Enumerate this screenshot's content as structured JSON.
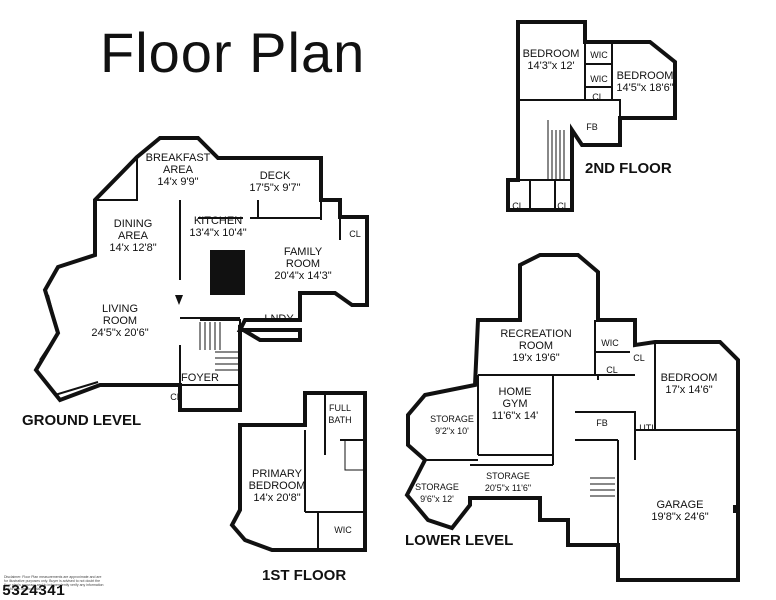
{
  "title": "Floor Plan",
  "levels": {
    "ground": "GROUND LEVEL",
    "first": "1ST FLOOR",
    "second": "2ND FLOOR",
    "lower": "LOWER LEVEL"
  },
  "rooms": {
    "breakfast": {
      "name": "BREAKFAST\nAREA",
      "dim": "14'x 9'9\""
    },
    "deck": {
      "name": "DECK",
      "dim": "17'5\"x 9'7\""
    },
    "kitchen": {
      "name": "KITCHEN",
      "dim": "13'4\"x 10'4\""
    },
    "dining": {
      "name": "DINING\nAREA",
      "dim": "14'x 12'8\""
    },
    "family": {
      "name": "FAMILY\nROOM",
      "dim": "20'4\"x 14'3\""
    },
    "living": {
      "name": "LIVING\nROOM",
      "dim": "24'5\"x 20'6\""
    },
    "lndy": {
      "name": "LNDY"
    },
    "foyer": {
      "name": "FOYER"
    },
    "cl_ground_kitchen": {
      "name": "CL"
    },
    "cl_ground_foyer": {
      "name": "CL"
    },
    "bedroom_2a": {
      "name": "BEDROOM",
      "dim": "14'3\"x 12'"
    },
    "bedroom_2b": {
      "name": "BEDROOM",
      "dim": "14'5\"x 18'6\""
    },
    "wic_2a": {
      "name": "WIC"
    },
    "wic_2b": {
      "name": "WIC"
    },
    "cl_2_top": {
      "name": "CL"
    },
    "fb_2": {
      "name": "FB"
    },
    "cl_2_left": {
      "name": "CL"
    },
    "cl_2_right": {
      "name": "CL"
    },
    "full_bath": {
      "name": "FULL\nBATH"
    },
    "primary": {
      "name": "PRIMARY\nBEDROOM",
      "dim": "14'x 20'8\""
    },
    "wic_1": {
      "name": "WIC"
    },
    "recreation": {
      "name": "RECREATION\nROOM",
      "dim": "19'x 19'6\""
    },
    "wic_lower": {
      "name": "WIC"
    },
    "cl_lower_a": {
      "name": "CL"
    },
    "cl_lower_b": {
      "name": "CL"
    },
    "bedroom_lower": {
      "name": "BEDROOM",
      "dim": "17'x 14'6\""
    },
    "home_gym": {
      "name": "HOME\nGYM",
      "dim": "11'6\"x 14'"
    },
    "storage_a": {
      "name": "STORAGE",
      "dim": "9'2\"x 10'"
    },
    "fb_lower": {
      "name": "FB"
    },
    "util": {
      "name": "UTIL"
    },
    "storage_b": {
      "name": "STORAGE",
      "dim": "9'6\"x 12'"
    },
    "storage_c": {
      "name": "STORAGE",
      "dim": "20'5\"x 11'6\""
    },
    "garage": {
      "name": "GARAGE",
      "dim": "19'8\"x 24'6\""
    }
  },
  "listing_id": "5324341",
  "disclaimer": "Disclaimer: Floor Plan measurements are approximate and are for illustrative purposes only. Buyer is advised to not doubt the floor plan's accuracy and to independently verify any information set forth in the floor plan."
}
